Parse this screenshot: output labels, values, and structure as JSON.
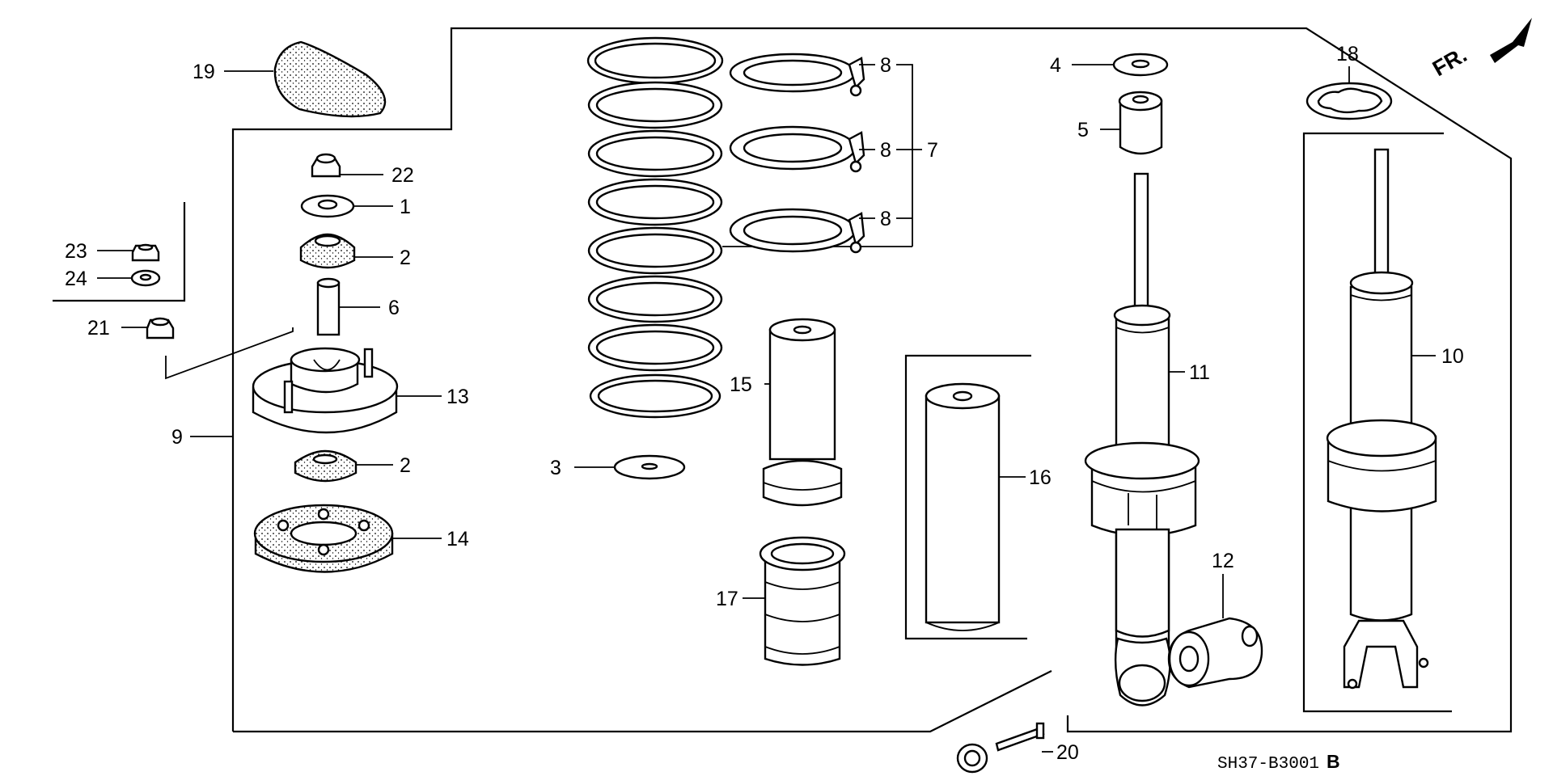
{
  "diagram": {
    "drawing_code": "SH37-B3001",
    "drawing_code_suffix": "B",
    "front_indicator": "FR.",
    "part_labels": {
      "p1": "1",
      "p2a": "2",
      "p2b": "2",
      "p3": "3",
      "p4": "4",
      "p5": "5",
      "p6": "6",
      "p7": "7",
      "p8a": "8",
      "p8b": "8",
      "p8c": "8",
      "p9": "9",
      "p10": "10",
      "p11": "11",
      "p12": "12",
      "p13": "13",
      "p14": "14",
      "p15": "15",
      "p16": "16",
      "p17": "17",
      "p18": "18",
      "p19": "19",
      "p20": "20",
      "p21": "21",
      "p22": "22",
      "p23": "23",
      "p24": "24"
    }
  }
}
